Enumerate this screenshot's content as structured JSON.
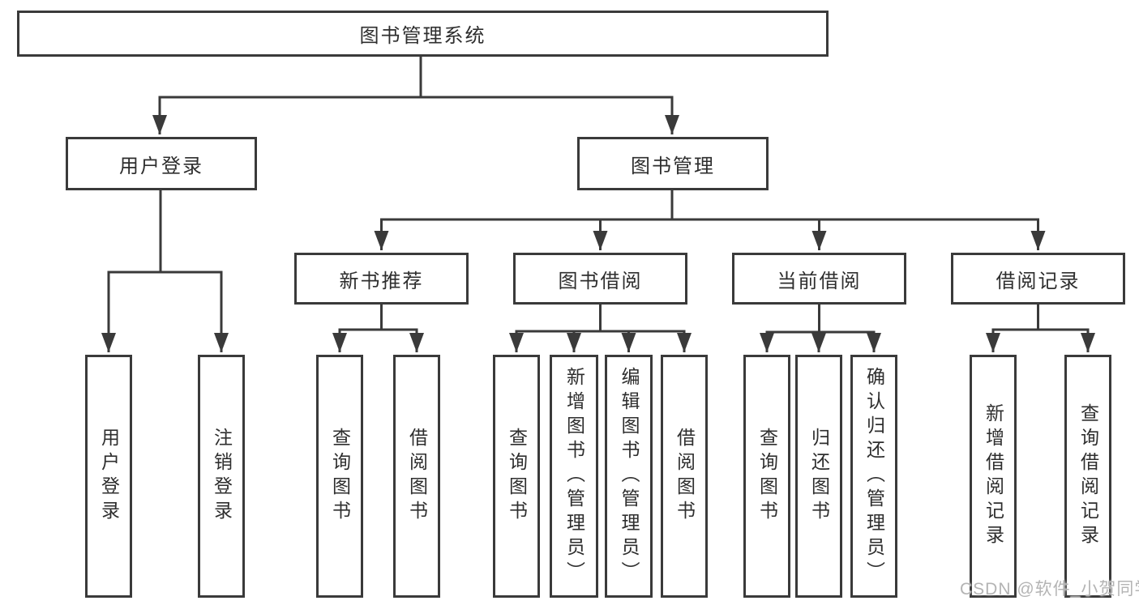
{
  "diagram": {
    "title": "图书管理系统",
    "level2": {
      "user_login": "用户登录",
      "book_mgmt": "图书管理"
    },
    "level3": {
      "new_book_rec": "新书推荐",
      "book_borrow": "图书借阅",
      "current_borrow": "当前借阅",
      "borrow_records": "借阅记录"
    },
    "leaves": {
      "user_login": "用户登录",
      "logout": "注销登录",
      "query_book_1": "查询图书",
      "borrow_book_1": "借阅图书",
      "query_book_2": "查询图书",
      "add_book_admin": "新增图书（管理员）",
      "edit_book_admin": "编辑图书（管理员）",
      "borrow_book_2": "借阅图书",
      "query_book_3": "查询图书",
      "return_book": "归还图书",
      "confirm_return_admin": "确认归还（管理员）",
      "add_borrow_record": "新增借阅记录",
      "query_borrow_record": "查询借阅记录"
    },
    "watermark": "CSDN @软件_小贺同学",
    "colors": {
      "line": "#3a3a3a",
      "text": "#2e2e2e",
      "watermark": "#b0b0b0",
      "background": "#ffffff"
    }
  }
}
